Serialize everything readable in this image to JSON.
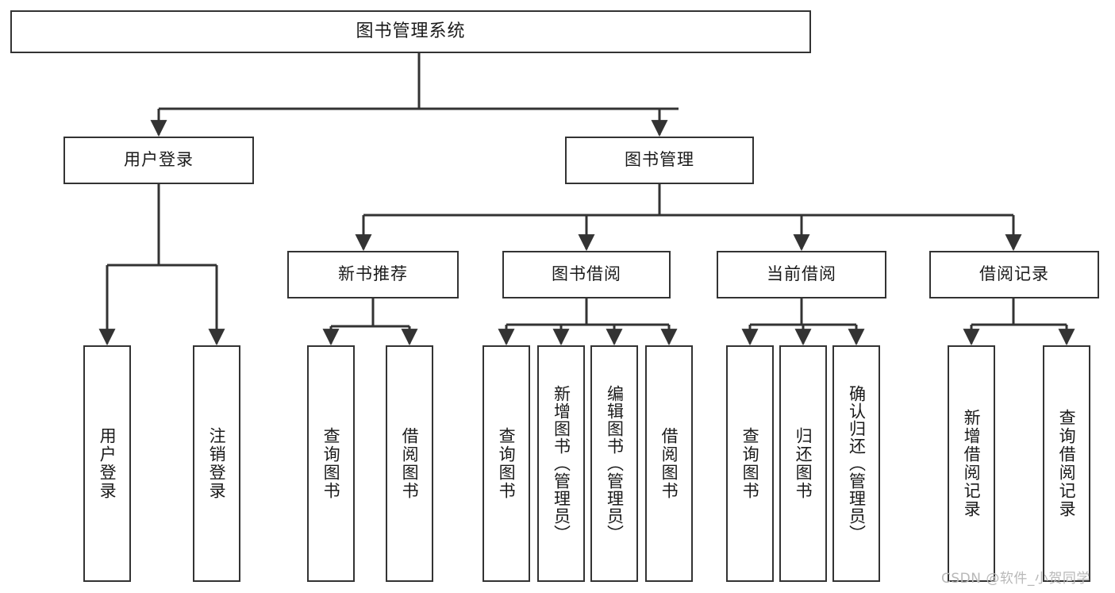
{
  "diagram": {
    "type": "tree-hierarchy-chart",
    "title": "图书管理系统",
    "root": {
      "label": "图书管理系统"
    },
    "level1": [
      {
        "label": "用户登录"
      },
      {
        "label": "图书管理"
      }
    ],
    "level2": [
      {
        "label": "新书推荐"
      },
      {
        "label": "图书借阅"
      },
      {
        "label": "当前借阅"
      },
      {
        "label": "借阅记录"
      }
    ],
    "leaves": {
      "user_login": [
        {
          "label": "用户登录"
        },
        {
          "label": "注销登录"
        }
      ],
      "new_book_recommend": [
        {
          "label": "查询图书"
        },
        {
          "label": "借阅图书"
        }
      ],
      "book_borrow": [
        {
          "label": "查询图书"
        },
        {
          "label": "新增图书（管理员）"
        },
        {
          "label": "编辑图书（管理员）"
        },
        {
          "label": "借阅图书"
        }
      ],
      "current_borrow": [
        {
          "label": "查询图书"
        },
        {
          "label": "归还图书"
        },
        {
          "label": "确认归还（管理员）"
        }
      ],
      "borrow_record": [
        {
          "label": "新增借阅记录"
        },
        {
          "label": "查询借阅记录"
        }
      ]
    }
  },
  "watermark": {
    "text": "CSDN @软件_小贺同学"
  },
  "colors": {
    "border": "#333333",
    "text": "#1a1a1a",
    "background": "#ffffff",
    "watermark": "#b8b8b8"
  }
}
